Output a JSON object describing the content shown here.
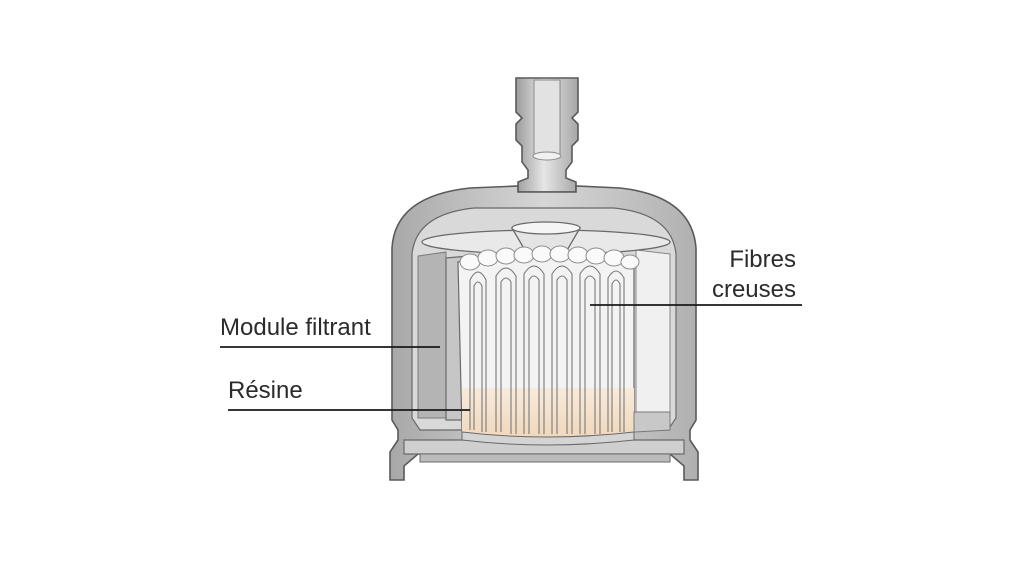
{
  "labels": {
    "module": "Module filtrant",
    "resine": "Résine",
    "fibres_line1": "Fibres",
    "fibres_line2": "creuses"
  },
  "colors": {
    "shell_outline": "#555555",
    "shell_fill": "#cfcfcf",
    "shell_dark": "#9a9a9a",
    "inner_light": "#ebebeb",
    "fiber_fill": "#f4f4f4",
    "resin_fill": "#f5e3cc",
    "leader_line": "#1a1a1a"
  },
  "icons": [
    "hemodialysis-filter-cutaway"
  ]
}
